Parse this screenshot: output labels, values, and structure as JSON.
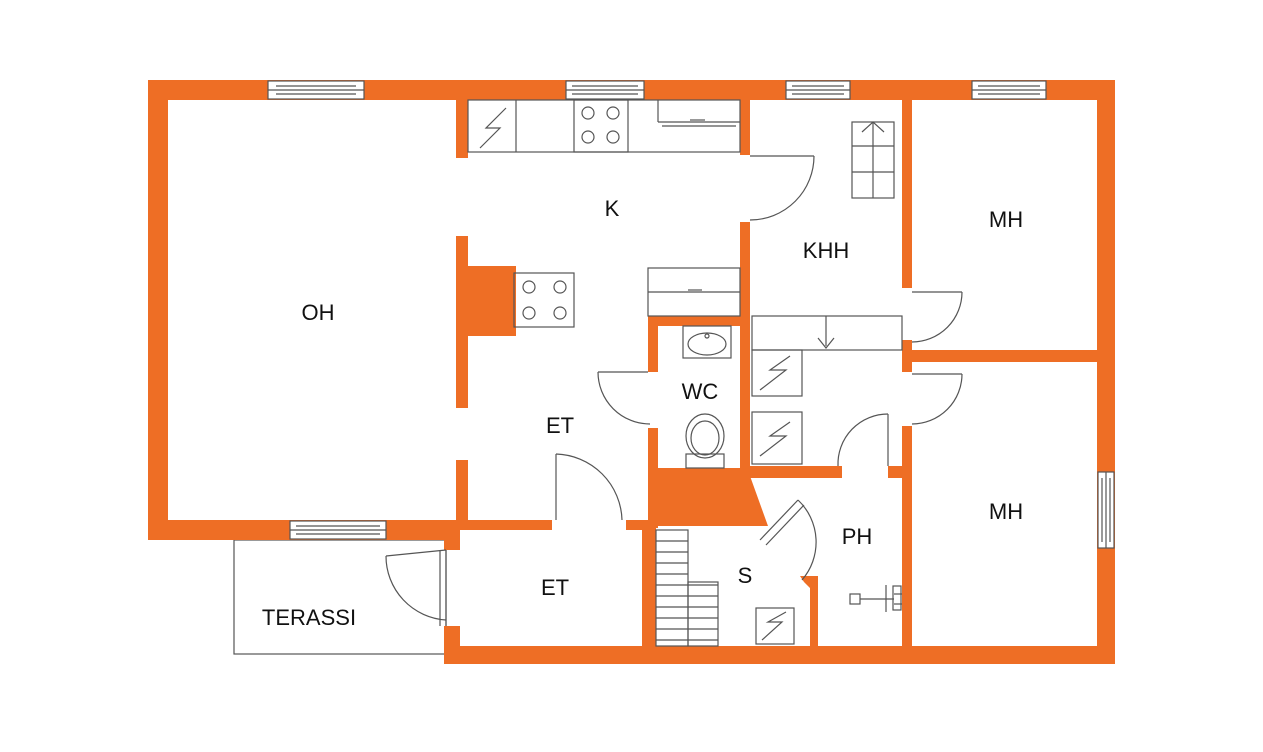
{
  "colors": {
    "wall": "#EE6E25",
    "line": "#555555",
    "background": "#ffffff",
    "text": "#111111"
  },
  "rooms": {
    "oh": "OH",
    "k": "K",
    "khh": "KHH",
    "mh_upper": "MH",
    "mh_lower": "MH",
    "wc": "WC",
    "et_hall": "ET",
    "et_entry": "ET",
    "ph": "PH",
    "s": "S",
    "terassi": "TERASSI"
  }
}
